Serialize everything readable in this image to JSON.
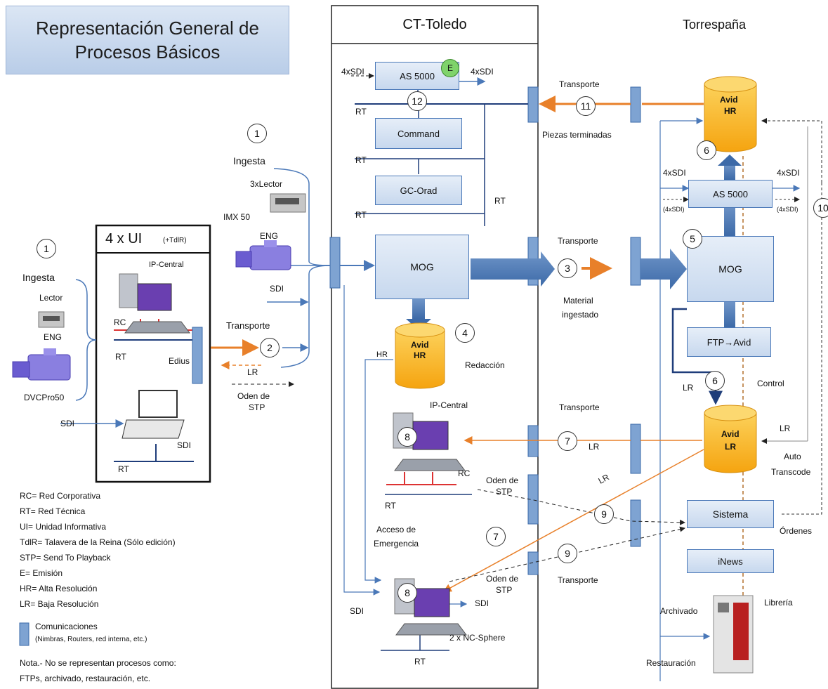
{
  "title": {
    "line1": "Representación General de",
    "line2": "Procesos Básicos"
  },
  "headers": {
    "ct_toledo": "CT-Toledo",
    "torrespana": "Torrespaña",
    "ui": "4 x UI",
    "ui_sub": "(+TdlR)"
  },
  "left": {
    "num1": "1",
    "ingesta": "Ingesta",
    "lector": "Lector",
    "eng": "ENG",
    "dvcpro": "DVCPro50",
    "sdi": "SDI",
    "ip_central": "IP-Central",
    "rc": "RC",
    "rt": "RT",
    "edius": "Edius",
    "sdi2": "SDI",
    "rt2": "RT"
  },
  "middle_left": {
    "num1": "1",
    "ingesta": "Ingesta",
    "lector3": "3xLector",
    "imx": "IMX 50",
    "eng": "ENG",
    "sdi": "SDI",
    "transporte": "Transporte",
    "num2": "2",
    "lr": "LR",
    "stp1": "Oden de",
    "stp2": "STP"
  },
  "ct": {
    "as5000": "AS 5000",
    "e": "E",
    "sdi_in": "4xSDI",
    "sdi_out": "4xSDI",
    "num12": "12",
    "rt1": "RT",
    "command": "Command",
    "rt2": "RT",
    "gcorad": "GC-Orad",
    "rt3": "RT",
    "rt_side": "RT",
    "mog": "MOG",
    "avid_hr1": "Avid",
    "avid_hr2": "HR",
    "num4": "4",
    "redaccion": "Redacción",
    "hr": "HR",
    "ipcentral": "IP-Central",
    "num8": "8",
    "rc": "RC",
    "rt4": "RT",
    "acceso1": "Acceso de",
    "acceso2": "Emergencia",
    "num8b": "8",
    "sdi_out2": "SDI",
    "sdi_in2": "SDI",
    "ncsphere": "2 x NC-Sphere",
    "rt5": "RT"
  },
  "links": {
    "transporte_top": "Transporte",
    "num11": "11",
    "piezas": "Piezas terminadas",
    "transporte_mid": "Transporte",
    "num3": "3",
    "material1": "Material",
    "material2": "ingestado",
    "transporte_lr": "Transporte",
    "num7": "7",
    "lr": "LR",
    "lr_diag": "LR",
    "oden1": "Oden de",
    "oden2": "STP",
    "num9": "9",
    "num7b": "7",
    "num9b": "9",
    "oden3": "Oden de",
    "oden4": "STP",
    "transporte_bot": "Transporte"
  },
  "torre": {
    "avid_hr1": "Avid",
    "avid_hr2": "HR",
    "num6": "6",
    "as5000": "AS 5000",
    "sdi_in": "4xSDI",
    "sdi_out": "4xSDI",
    "sdi_in_b": "(4xSDI)",
    "sdi_out_b": "(4xSDI)",
    "num10": "10",
    "num5": "5",
    "mog": "MOG",
    "ftp": "FTP→Avid",
    "lr": "LR",
    "num6b": "6",
    "control": "Control",
    "avid_lr1": "Avid",
    "avid_lr2": "LR",
    "lr_r": "LR",
    "auto1": "Auto",
    "auto2": "Transcode",
    "sistema": "Sistema",
    "ordenes": "Órdenes",
    "inews": "iNews",
    "archivado": "Archivado",
    "libreria": "Librería",
    "restauracion": "Restauración"
  },
  "legend": {
    "items": [
      "RC= Red Corporativa",
      "RT= Red Técnica",
      "UI= Unidad Informativa",
      "TdlR= Talavera de la Reina (Sólo edición)",
      "STP= Send To Playback",
      "E= Emisión",
      "HR= Alta Resolución",
      "LR= Baja Resolución"
    ],
    "comms": "Comunicaciones",
    "comms_sub": "(Nimbras, Routers, red interna, etc.)",
    "note1": "Nota.- No se representan procesos  como:",
    "note2": "FTPs, archivado, restauración, etc."
  },
  "colors": {
    "blue": "#4a78b8",
    "orange": "#e8802a",
    "cylinder": "#f9b61c",
    "dark_blue": "#1f3d7a"
  }
}
